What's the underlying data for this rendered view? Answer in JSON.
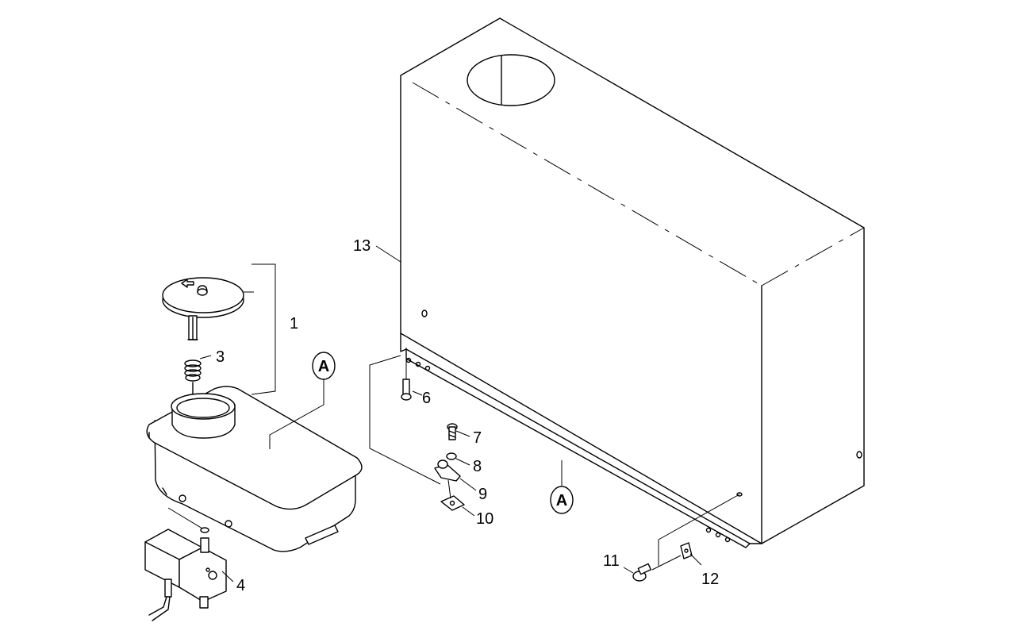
{
  "diagram": {
    "part_labels": {
      "p1": "1",
      "p3": "3",
      "p4": "4",
      "p6": "6",
      "p7": "7",
      "p8": "8",
      "p9": "9",
      "p10": "10",
      "p11": "11",
      "p12": "12",
      "p13": "13"
    },
    "reference_marker": "A"
  }
}
